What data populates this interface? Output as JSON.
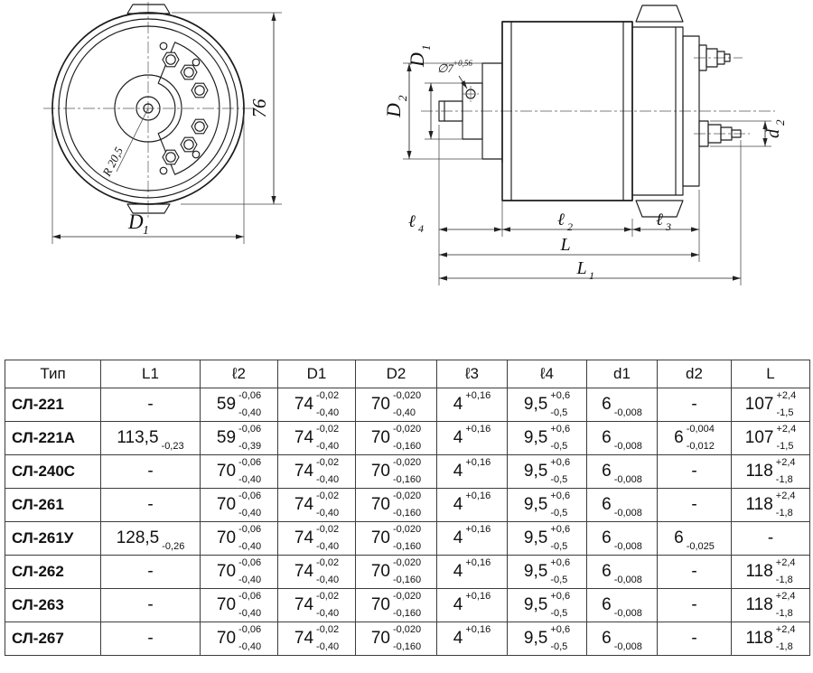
{
  "drawing": {
    "front": {
      "height": "76",
      "dia_main": "D",
      "dia_sub": "1",
      "radius": "R 20,5"
    },
    "side": {
      "D2": "D",
      "D2s": "2",
      "D1": "D",
      "D1s": "1",
      "hole": "∅7",
      "holesup": "+0,56",
      "d2": "d",
      "d2s": "2",
      "l4": "ℓ",
      "l4s": "4",
      "l2": "ℓ",
      "l2s": "2",
      "l3": "ℓ",
      "l3s": "3",
      "L": "L",
      "L1": "L",
      "L1s": "1"
    }
  },
  "table": {
    "headers": [
      "Тип",
      "L1",
      "ℓ2",
      "D1",
      "D2",
      "ℓ3",
      "ℓ4",
      "d1",
      "d2",
      "L"
    ],
    "rows": [
      {
        "name": "СЛ-221",
        "cells": [
          "-",
          {
            "v": "59",
            "sup": "-0,06",
            "sub": "-0,40"
          },
          {
            "v": "74",
            "sup": "-0,02",
            "sub": "-0,40"
          },
          {
            "v": "70",
            "sup": "-0,020",
            "sub": "-0,40"
          },
          {
            "v": "4",
            "sup": "+0,16"
          },
          {
            "v": "9,5",
            "sup": "+0,6",
            "sub": "-0,5"
          },
          {
            "v": "6",
            "sub": "-0,008"
          },
          "-",
          {
            "v": "107",
            "sup": "+2,4",
            "sub": "-1,5"
          }
        ]
      },
      {
        "name": "СЛ-221А",
        "cells": [
          {
            "v": "113,5",
            "sub": "-0,23"
          },
          {
            "v": "59",
            "sup": "-0,06",
            "sub": "-0,39"
          },
          {
            "v": "74",
            "sup": "-0,02",
            "sub": "-0,40"
          },
          {
            "v": "70",
            "sup": "-0,020",
            "sub": "-0,160"
          },
          {
            "v": "4",
            "sup": "+0,16"
          },
          {
            "v": "9,5",
            "sup": "+0,6",
            "sub": "-0,5"
          },
          {
            "v": "6",
            "sub": "-0,008"
          },
          {
            "v": "6",
            "sup": "-0,004",
            "sub": "-0,012"
          },
          {
            "v": "107",
            "sup": "+2,4",
            "sub": "-1,5"
          }
        ]
      },
      {
        "name": "СЛ-240С",
        "cells": [
          "-",
          {
            "v": "70",
            "sup": "-0,06",
            "sub": "-0,40"
          },
          {
            "v": "74",
            "sup": "-0,02",
            "sub": "-0,40"
          },
          {
            "v": "70",
            "sup": "-0,020",
            "sub": "-0,160"
          },
          {
            "v": "4",
            "sup": "+0,16"
          },
          {
            "v": "9,5",
            "sup": "+0,6",
            "sub": "-0,5"
          },
          {
            "v": "6",
            "sub": "-0,008"
          },
          "-",
          {
            "v": "118",
            "sup": "+2,4",
            "sub": "-1,8"
          }
        ]
      },
      {
        "name": "СЛ-261",
        "cells": [
          "-",
          {
            "v": "70",
            "sup": "-0,06",
            "sub": "-0,40"
          },
          {
            "v": "74",
            "sup": "-0,02",
            "sub": "-0,40"
          },
          {
            "v": "70",
            "sup": "-0,020",
            "sub": "-0,160"
          },
          {
            "v": "4",
            "sup": "+0,16"
          },
          {
            "v": "9,5",
            "sup": "+0,6",
            "sub": "-0,5"
          },
          {
            "v": "6",
            "sub": "-0,008"
          },
          "-",
          {
            "v": "118",
            "sup": "+2,4",
            "sub": "-1,8"
          }
        ]
      },
      {
        "name": "СЛ-261У",
        "cells": [
          {
            "v": "128,5",
            "sub": "-0,26"
          },
          {
            "v": "70",
            "sup": "-0,06",
            "sub": "-0,40"
          },
          {
            "v": "74",
            "sup": "-0,02",
            "sub": "-0,40"
          },
          {
            "v": "70",
            "sup": "-0,020",
            "sub": "-0,160"
          },
          {
            "v": "4",
            "sup": "+0,16"
          },
          {
            "v": "9,5",
            "sup": "+0,6",
            "sub": "-0,5"
          },
          {
            "v": "6",
            "sub": "-0,008"
          },
          {
            "v": "6",
            "sub": "-0,025"
          },
          "-"
        ]
      },
      {
        "name": "СЛ-262",
        "cells": [
          "-",
          {
            "v": "70",
            "sup": "-0,06",
            "sub": "-0,40"
          },
          {
            "v": "74",
            "sup": "-0,02",
            "sub": "-0,40"
          },
          {
            "v": "70",
            "sup": "-0,020",
            "sub": "-0,160"
          },
          {
            "v": "4",
            "sup": "+0,16"
          },
          {
            "v": "9,5",
            "sup": "+0,6",
            "sub": "-0,5"
          },
          {
            "v": "6",
            "sub": "-0,008"
          },
          "-",
          {
            "v": "118",
            "sup": "+2,4",
            "sub": "-1,8"
          }
        ]
      },
      {
        "name": "СЛ-263",
        "cells": [
          "-",
          {
            "v": "70",
            "sup": "-0,06",
            "sub": "-0,40"
          },
          {
            "v": "74",
            "sup": "-0,02",
            "sub": "-0,40"
          },
          {
            "v": "70",
            "sup": "-0,020",
            "sub": "-0,160"
          },
          {
            "v": "4",
            "sup": "+0,16"
          },
          {
            "v": "9,5",
            "sup": "+0,6",
            "sub": "-0,5"
          },
          {
            "v": "6",
            "sub": "-0,008"
          },
          "-",
          {
            "v": "118",
            "sup": "+2,4",
            "sub": "-1,8"
          }
        ]
      },
      {
        "name": "СЛ-267",
        "cells": [
          "-",
          {
            "v": "70",
            "sup": "-0,06",
            "sub": "-0,40"
          },
          {
            "v": "74",
            "sup": "-0,02",
            "sub": "-0,40"
          },
          {
            "v": "70",
            "sup": "-0,020",
            "sub": "-0,160"
          },
          {
            "v": "4",
            "sup": "+0,16"
          },
          {
            "v": "9,5",
            "sup": "+0,6",
            "sub": "-0,5"
          },
          {
            "v": "6",
            "sub": "-0,008"
          },
          "-",
          {
            "v": "118",
            "sup": "+2,4",
            "sub": "-1,8"
          }
        ]
      }
    ]
  }
}
